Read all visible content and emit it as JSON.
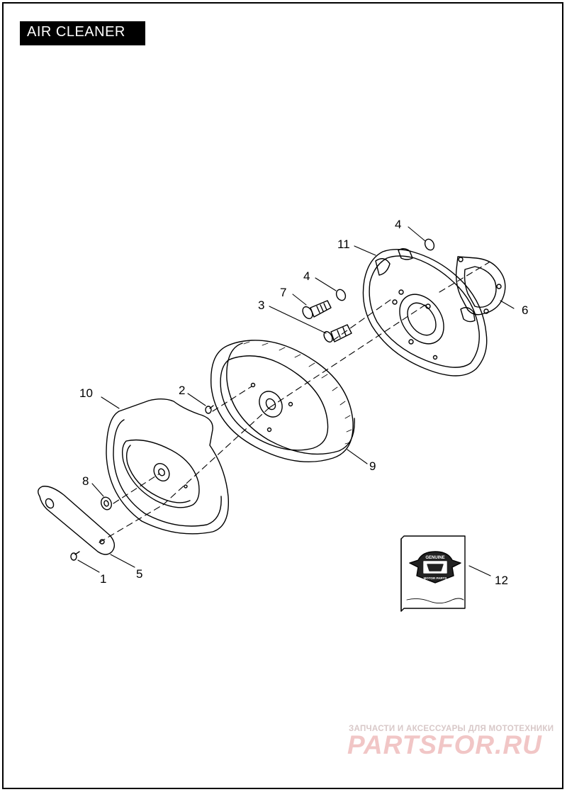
{
  "header": {
    "title": "AIR CLEANER"
  },
  "callouts": {
    "c1": "1",
    "c2": "2",
    "c3": "3",
    "c4a": "4",
    "c4b": "4",
    "c5": "5",
    "c6": "6",
    "c7": "7",
    "c8": "8",
    "c9": "9",
    "c10": "10",
    "c11": "11",
    "c12": "12"
  },
  "kit_box": {
    "logo_top": "GENUINE",
    "logo_bottom": "MOTOR PARTS"
  },
  "watermark": {
    "tagline": "ЗАПЧАСТИ И АКСЕССУАРЫ ДЛЯ МОТОТЕХНИКИ",
    "site": "PARTSFOR.RU"
  }
}
